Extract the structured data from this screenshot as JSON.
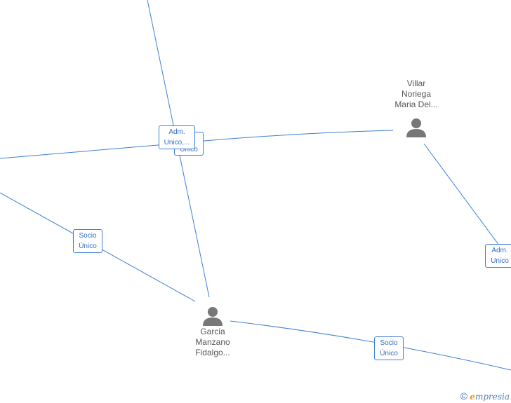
{
  "colors": {
    "edge": "#3d7fd6",
    "label_text": "#2f6fc4",
    "person_icon": "#777777",
    "name_text": "#555555"
  },
  "people": {
    "villar": {
      "line1": "Villar",
      "line2": "Noriega",
      "line3": "Maria Del..."
    },
    "garcia": {
      "line1": "Garcia",
      "line2": "Manzano",
      "line3": "Fidalgo..."
    }
  },
  "labels": {
    "adm_top": {
      "line1": "Adm.",
      "line2": "Unico,..."
    },
    "unico_behind": {
      "line1": "Único"
    },
    "socio_left": {
      "line1": "Socio",
      "line2": "Único"
    },
    "adm_right": {
      "line1": "Adm.",
      "line2": "Unico"
    },
    "socio_bottom": {
      "line1": "Socio",
      "line2": "Único"
    }
  },
  "watermark": {
    "copyright": "©",
    "brand_initial": "e",
    "brand_rest": "mpresia"
  }
}
